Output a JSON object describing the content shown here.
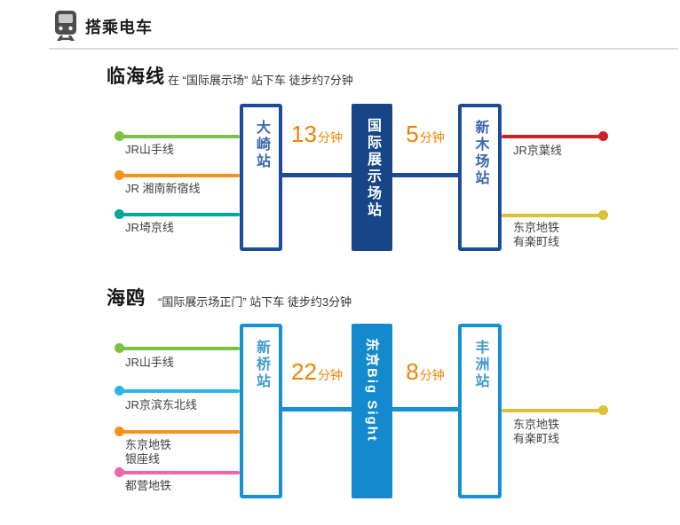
{
  "header": {
    "title": "搭乘电车"
  },
  "colors": {
    "time_orange": "#f08300",
    "divider": "#dcdcdc"
  },
  "sections": [
    {
      "title": "临海线",
      "subtitle": "在 “国际展示场” 站下车 徒步约7分钟",
      "theme": {
        "border": "#1b4b99",
        "fill": "#164688",
        "station_text": "#3a68ac"
      },
      "stations": {
        "left": "大崎站",
        "center": "国际展示场站",
        "right": "新木场站"
      },
      "times": {
        "left": {
          "value": "13",
          "unit": "分钟"
        },
        "right": {
          "value": "5",
          "unit": "分钟"
        }
      },
      "left_lines": [
        {
          "label": "JR山手线",
          "color": "#7dc142"
        },
        {
          "label": "JR 湘南新宿线",
          "color": "#f6911e"
        },
        {
          "label": "JR埼京线",
          "color": "#00a993"
        }
      ],
      "right_lines": [
        {
          "label": "JR京葉线",
          "color": "#ce2026"
        },
        {
          "label": "东京地铁",
          "label2": "有楽町线",
          "color": "#d9c233"
        }
      ]
    },
    {
      "title": "海鸥",
      "subtitle": "“国际展示场正门” 站下车 徒步约3分钟",
      "theme": {
        "border": "#1590d5",
        "fill": "#1489ce",
        "station_text": "#4099cf"
      },
      "stations": {
        "left": "新桥站",
        "center": "东京Big Sight",
        "right": "丰洲站"
      },
      "times": {
        "left": {
          "value": "22",
          "unit": "分钟"
        },
        "right": {
          "value": "8",
          "unit": "分钟"
        }
      },
      "left_lines": [
        {
          "label": "JR山手线",
          "color": "#7dc142"
        },
        {
          "label": "JR京滨东北线",
          "color": "#2cb4e8"
        },
        {
          "label": "东京地铁",
          "label2": "银座线",
          "color": "#f6911e"
        },
        {
          "label": "都营地铁",
          "color": "#ee66a3"
        }
      ],
      "right_lines": [
        {
          "label": "东京地铁",
          "label2": "有楽町线",
          "color": "#d9c233"
        }
      ]
    }
  ]
}
